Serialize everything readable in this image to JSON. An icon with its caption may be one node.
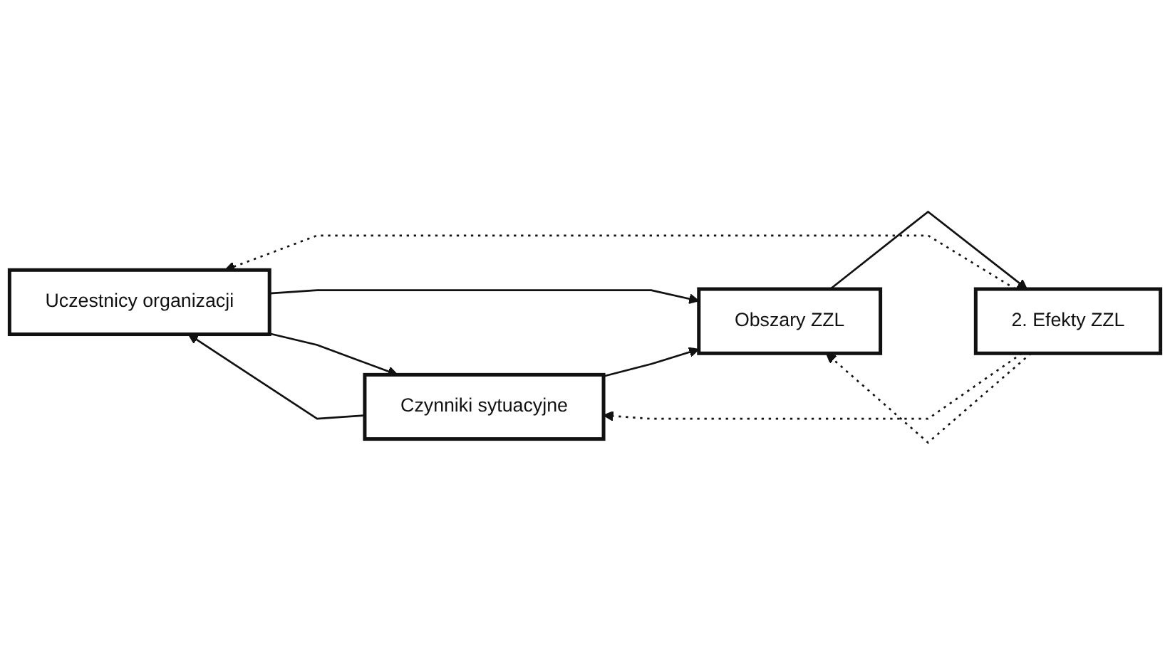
{
  "diagram": {
    "nodes": [
      {
        "text": [
          "Uczestnicy organizacji"
        ]
      },
      {
        "text": [
          "Czynniki sytuacyjne"
        ]
      },
      {
        "text": [
          "Obszary ZZL"
        ]
      },
      {
        "text": [
          "2. Efekty ZZL"
        ]
      }
    ],
    "edges": [
      {
        "from": 0,
        "to": 1,
        "arrow": "to"
      },
      {
        "from": 1,
        "to": 0,
        "arrow": "to"
      },
      {
        "from": 0,
        "to": 2,
        "arrow": "to"
      },
      {
        "from": 1,
        "to": 2,
        "arrow": "to"
      },
      {
        "from": 2,
        "to": 3,
        "arrow": "to"
      },
      {
        "from": 3,
        "to": 0,
        "arrow": "to",
        "style": "dashed"
      },
      {
        "from": 3,
        "to": 1,
        "arrow": "to",
        "style": "dashed"
      },
      {
        "from": 3,
        "to": 2,
        "arrow": "to",
        "style": "dashed"
      }
    ]
  }
}
